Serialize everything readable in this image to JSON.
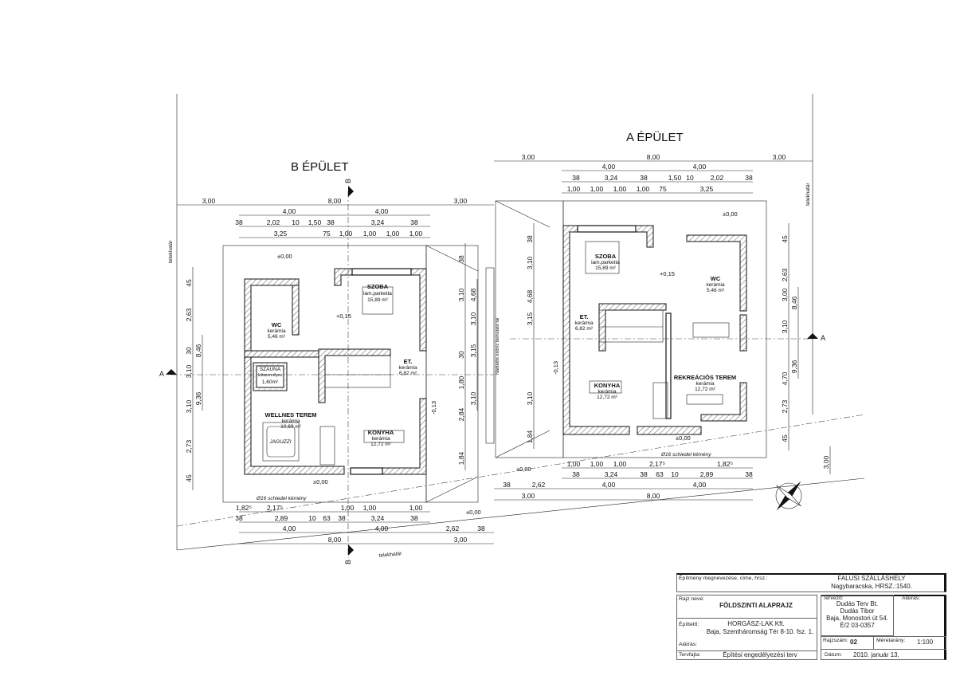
{
  "buildings": {
    "b": {
      "title": "B ÉPÜLET",
      "section_letter": "B"
    },
    "a": {
      "title": "A ÉPÜLET",
      "section_letter": "A"
    }
  },
  "plot_boundary_label": "telekhatár",
  "rooms": {
    "b": [
      {
        "name": "SZOBA",
        "finish": "lam.parketta",
        "area": "15,89 m²"
      },
      {
        "name": "WC",
        "finish": "kerámia",
        "area": "5,46 m²"
      },
      {
        "name": "ET.",
        "finish": "kerámia",
        "area": "6,82 m²"
      },
      {
        "name": "SZAUNA",
        "finish": "kétszemélyes",
        "area": "1,60m²"
      },
      {
        "name": "WELLNES TEREM",
        "finish": "kerámia",
        "area": "10,69 m²"
      },
      {
        "name": "KONYHA",
        "finish": "kerámia",
        "area": "12,72 m²"
      }
    ],
    "a": [
      {
        "name": "SZOBA",
        "finish": "lam.parketta",
        "area": "15,89 m²"
      },
      {
        "name": "WC",
        "finish": "kerámia",
        "area": "5,46 m²"
      },
      {
        "name": "ET.",
        "finish": "kerámia",
        "area": "6,82 m²"
      },
      {
        "name": "KONYHA",
        "finish": "kerámia",
        "area": "12,72 m²"
      },
      {
        "name": "REKREÁCIÓS TEREM",
        "finish": "kerámia",
        "area": "12,72 m²"
      }
    ]
  },
  "jacuzzi_label": "JAGUZZI",
  "levels": {
    "zero": "±0,00",
    "plus": "+0,15",
    "minus": "-0,13"
  },
  "chimney_note": "Ø16 schiedel kémény",
  "gutter_note": "Nádtetős esővíz bemutató fal",
  "dimensions": {
    "b_top1": [
      "3,00",
      "8,00",
      "3,00"
    ],
    "b_top2": [
      "4,00",
      "4,00"
    ],
    "b_top3": [
      "38",
      "2,02",
      "10",
      "1,50",
      "38",
      "3,24",
      "38"
    ],
    "b_top4": [
      "3,25",
      "75",
      "1,00",
      "1,00",
      "1,00",
      "1,00"
    ],
    "b_bot1": [
      "1,82⁵",
      "2,17⁵",
      "1,00",
      "1,00",
      "1,00"
    ],
    "b_bot2": [
      "38",
      "2,89",
      "10",
      "63",
      "38",
      "3,24",
      "38"
    ],
    "b_bot3": [
      "4,00",
      "4,00",
      "2,62",
      "38"
    ],
    "b_bot4": [
      "8,00",
      "3,00"
    ],
    "a_top1": [
      "3,00",
      "8,00",
      "3,00"
    ],
    "a_top2": [
      "4,00",
      "4,00"
    ],
    "a_top3": [
      "38",
      "3,24",
      "38",
      "1,50",
      "10",
      "2,02",
      "38"
    ],
    "a_top4": [
      "1,00",
      "1,00",
      "1,00",
      "1,00",
      "75",
      "3,25"
    ],
    "a_bot1": [
      "1,00",
      "1,00",
      "1,00",
      "2,17⁵",
      "1,82⁵"
    ],
    "a_bot2": [
      "38",
      "3,24",
      "38",
      "63",
      "10",
      "2,89",
      "38"
    ],
    "a_bot3": [
      "38",
      "2,62",
      "4,00",
      "4,00"
    ],
    "a_bot4": [
      "3,00",
      "8,00"
    ],
    "b_left1": [
      "45",
      "2,63",
      "30",
      "3,10",
      "3,10",
      "2,73",
      "45"
    ],
    "b_left2": [
      "8,46",
      "9,36"
    ],
    "b_right1": [
      "38",
      "3,10",
      "30",
      "1,80",
      "2,84",
      "1,84"
    ],
    "b_right2": [
      "4,68",
      "3,10",
      "3,15",
      "3,10"
    ],
    "a_left1": [
      "38",
      "3,10",
      "4,68",
      "3,15",
      "3,10",
      "1,84"
    ],
    "a_right1": [
      "45",
      "2,63",
      "3,00",
      "3,10",
      "4,70",
      "2,73",
      "45"
    ],
    "a_right2": [
      "8,46",
      "9,36"
    ],
    "a_offset": [
      "3,00"
    ]
  },
  "title_block": {
    "project_label": "Építmény megnevezése, címe, hrsz.:",
    "project_name": "FALUSI SZÁLLÁSHELY",
    "project_location": "Nagybaracska,      HRSZ.:1540.",
    "drawing_label": "Rajz neve:",
    "drawing_name": "FÖLDSZINTI ALAPRAJZ",
    "client_label": "Építtető:",
    "client_name": "HORGÁSZ-LAK Kft.",
    "client_address": "Baja, Szentháromság Tér 8-10. fsz. 1.",
    "signature_label": "Aláírás:",
    "plan_type_label": "Tervfajta:",
    "plan_type": "Építési engedélyezési terv",
    "designer_label": "Tervező:",
    "designer_company": "Dudás Terv Bt.",
    "designer_name": "Dudás Tibor",
    "designer_address": "Baja, Monostori út 54.",
    "designer_license": "É/2 03-0357",
    "designer_signature_label": "Aláírás:",
    "drawing_no_label": "Rajzszám:",
    "drawing_no": "02",
    "scale_label": "Méretarány:",
    "scale": "1:100",
    "date_label": "Dátum:",
    "date": "2010. január 13."
  }
}
